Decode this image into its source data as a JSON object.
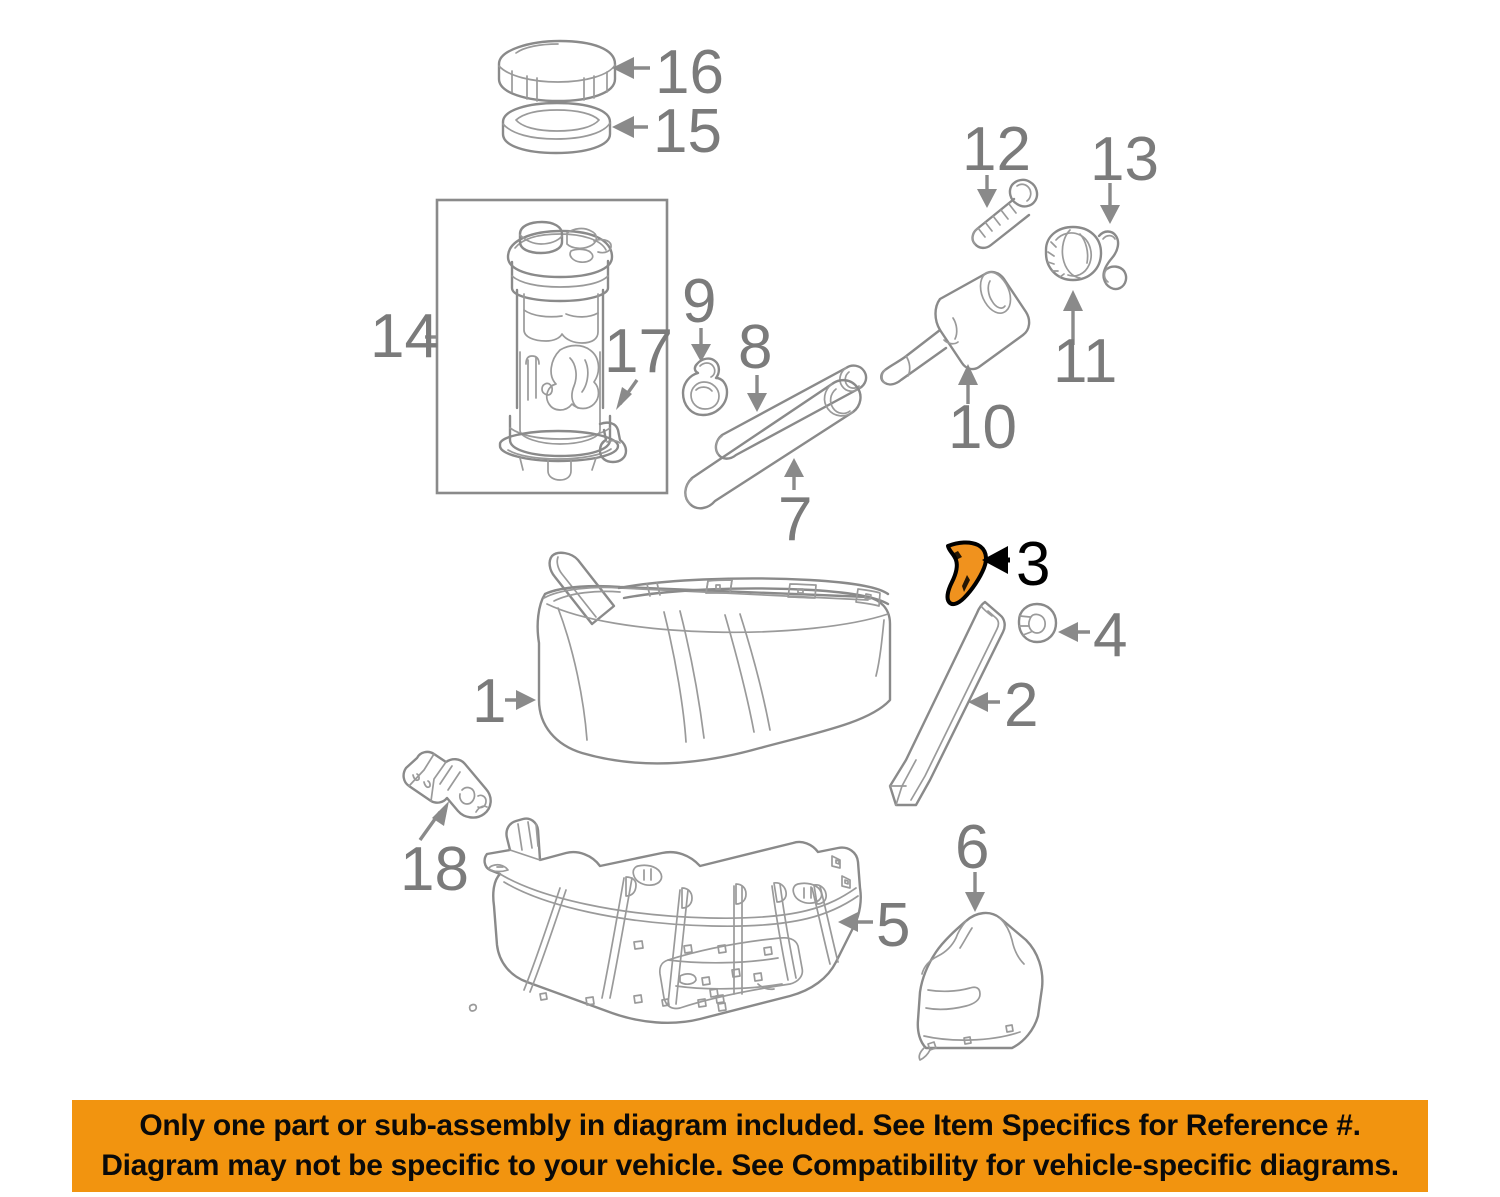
{
  "diagram": {
    "title": "Fuel Tank and Related Parts Exploded Diagram",
    "type": "automotive-parts-exploded-diagram",
    "line_color": "#8a8a8a",
    "callout_color": "#7b7b7b",
    "highlight_color": "#f0921e",
    "highlight_callout_color": "#000000",
    "background": "#ffffff",
    "highlighted_reference": "3",
    "callouts": [
      {
        "number": "1",
        "part": "fuel-tank",
        "highlighted": false
      },
      {
        "number": "2",
        "part": "tank-mounting-strap",
        "highlighted": false
      },
      {
        "number": "3",
        "part": "strap-bracket",
        "highlighted": true
      },
      {
        "number": "4",
        "part": "strap-nut",
        "highlighted": false
      },
      {
        "number": "5",
        "part": "tank-skid-plate-shield",
        "highlighted": false
      },
      {
        "number": "6",
        "part": "tank-side-heat-shield",
        "highlighted": false
      },
      {
        "number": "7",
        "part": "fuel-filler-hose-lower",
        "highlighted": false
      },
      {
        "number": "8",
        "part": "fuel-vent-hose-upper",
        "highlighted": false
      },
      {
        "number": "9",
        "part": "hose-clamp",
        "highlighted": false
      },
      {
        "number": "10",
        "part": "fuel-filler-neck-pipe",
        "highlighted": false
      },
      {
        "number": "11",
        "part": "fuel-filler-cap",
        "highlighted": false
      },
      {
        "number": "12",
        "part": "filler-neck-bolt",
        "highlighted": false
      },
      {
        "number": "13",
        "part": "fuel-cap-tether-strap",
        "highlighted": false
      },
      {
        "number": "14",
        "part": "fuel-pump-module-assembly",
        "highlighted": false
      },
      {
        "number": "15",
        "part": "fuel-pump-lock-ring-seal",
        "highlighted": false
      },
      {
        "number": "16",
        "part": "fuel-pump-lock-ring",
        "highlighted": false
      },
      {
        "number": "17",
        "part": "fuel-pump-outlet-fitting",
        "highlighted": false
      },
      {
        "number": "18",
        "part": "rollover-vent-valve",
        "highlighted": false
      }
    ]
  },
  "banner": {
    "background": "#f2940f",
    "text_color": "#0a0a0a",
    "line1": "Only one part or sub-assembly in diagram included. See Item Specifics for Reference #.",
    "line2": "Diagram may not be specific to your vehicle. See Compatibility for vehicle-specific diagrams."
  }
}
